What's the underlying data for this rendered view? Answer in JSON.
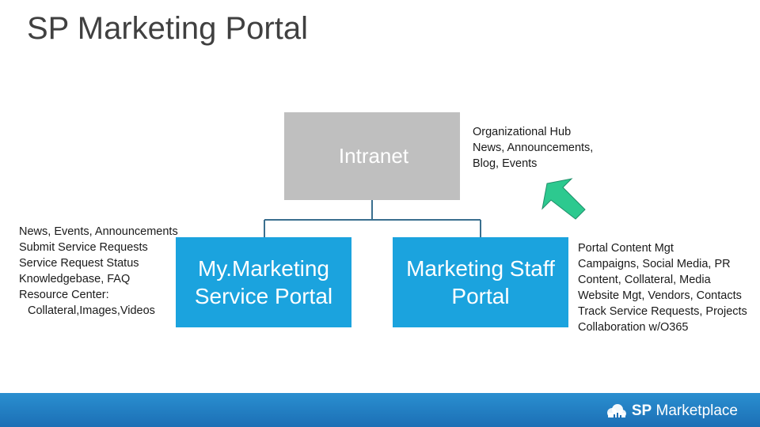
{
  "slide": {
    "title": "SP Marketing Portal"
  },
  "diagram": {
    "intranet_label": "Intranet",
    "mymarketing_line1": "My.Marketing",
    "mymarketing_line2": "Service Portal",
    "staff_line1": "Marketing Staff",
    "staff_line2": "Portal"
  },
  "hub_notes": [
    "Organizational Hub",
    "News, Announcements,",
    "Blog, Events"
  ],
  "left_notes": [
    "News, Events, Announcements",
    "Submit Service Requests",
    "Service Request Status",
    "Knowledgebase, FAQ",
    "Resource Center:",
    "Collateral,Images,Videos"
  ],
  "right_notes": [
    "Portal Content Mgt",
    "Campaigns, Social Media, PR",
    "Content, Collateral, Media",
    "Website Mgt, Vendors, Contacts",
    "Track Service Requests, Projects",
    "Collaboration w/O365"
  ],
  "footer": {
    "brand_strong": "SP",
    "brand_rest": "Marketplace"
  },
  "colors": {
    "primary_box": "#1ba3de",
    "intranet_box": "#bfbfbf",
    "arrow": "#2dc98f",
    "connector": "#3a6f8f",
    "footer": "#1c6fb5"
  },
  "icons": {
    "arrow": "arrow-up-left-icon",
    "logo": "cloud-logo-icon"
  }
}
